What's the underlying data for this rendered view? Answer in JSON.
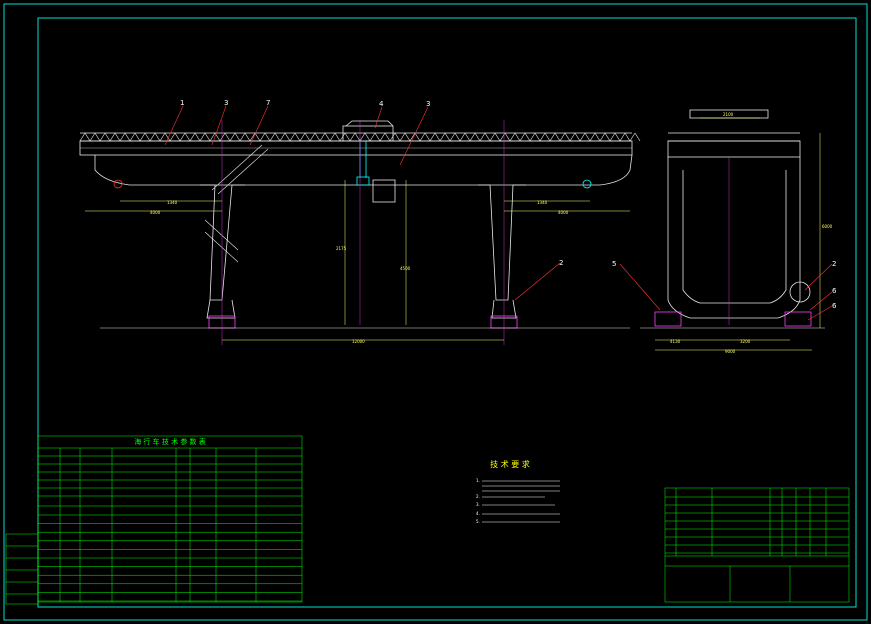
{
  "colors": {
    "background": "#000000",
    "frame": "#00e0d0",
    "table": "#00ff00",
    "structure": "#e8e8e8",
    "leader": "#ff3333",
    "dimension": "#ffff66",
    "centerline": "#cc33cc",
    "hook": "#00ffff",
    "magenta": "#ff40ff",
    "text_white": "#ffffff",
    "text_yellow": "#ffff00"
  },
  "callouts": {
    "front": [
      "1",
      "3",
      "7",
      "4",
      "3",
      "2"
    ],
    "side": [
      "5",
      "2",
      "6",
      "6"
    ]
  },
  "dimensions": {
    "front_left_span": "4000",
    "front_left_inner": "1340",
    "front_right_inner": "1340",
    "front_right_span": "4000",
    "front_height_left": "2175",
    "front_height_right": "4500",
    "front_bottom_span": "12000",
    "side_top": "2100",
    "side_height": "6000",
    "side_bottom_left": "4130",
    "side_bottom_mid": "3200",
    "side_bottom_total": "9000"
  },
  "params_table": {
    "title": "海 行 车 技 术 参 数 表"
  },
  "tech_notes": {
    "title": "技 术 要 求",
    "items": [
      "1.",
      "2.",
      "3.",
      "4.",
      "5."
    ]
  }
}
